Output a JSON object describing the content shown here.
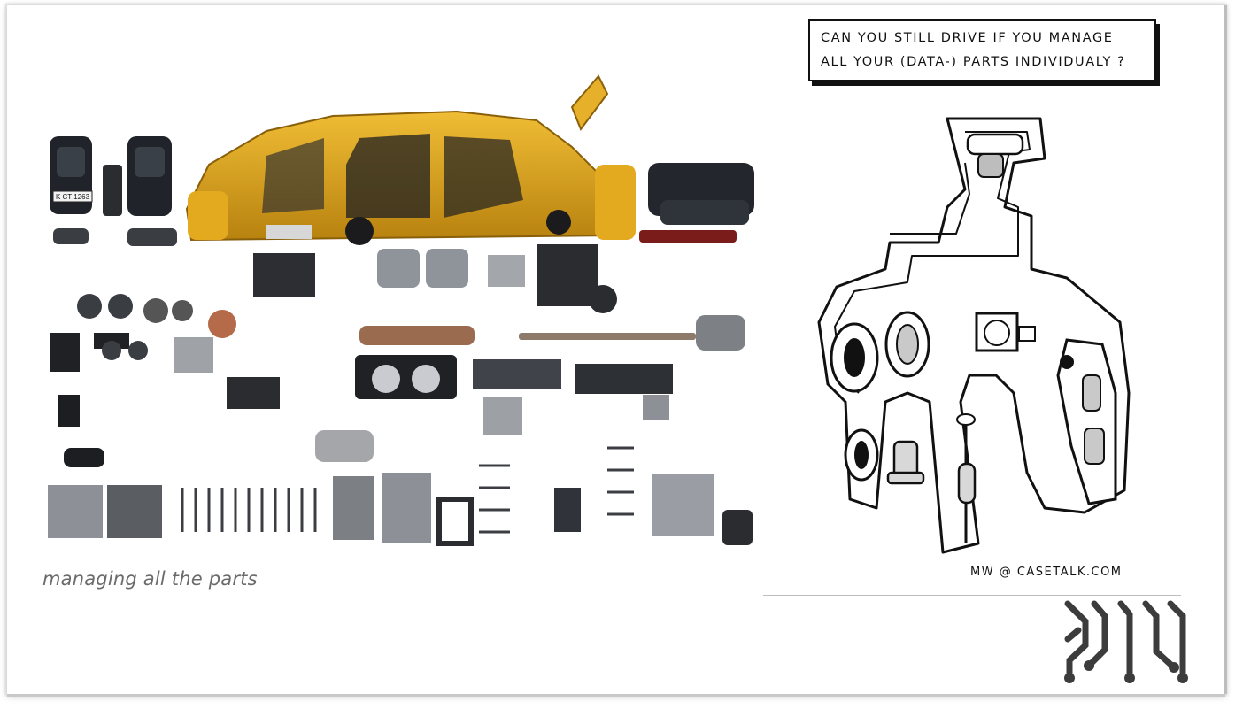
{
  "slide": {
    "caption": "managing all the parts",
    "cartoon": {
      "question_line1": "CAN YOU STILL DRIVE IF YOU MANAGE",
      "question_line2": "ALL YOUR (DATA-) PARTS INDIVIDUALY ?",
      "credit": "MW @ CASETALK.COM"
    },
    "photo_plate_text": "K CT 1263",
    "colors": {
      "car_body": "#d9a21c",
      "car_shadow": "#a9770f",
      "metal": "#8d9096",
      "dark_part": "#2a2c30",
      "logo": "#3c3c3c",
      "caption": "#6a6a6a"
    },
    "icons": [
      "car-parts-photo",
      "car-octopus-cartoon",
      "circuit-logo-icon"
    ]
  }
}
